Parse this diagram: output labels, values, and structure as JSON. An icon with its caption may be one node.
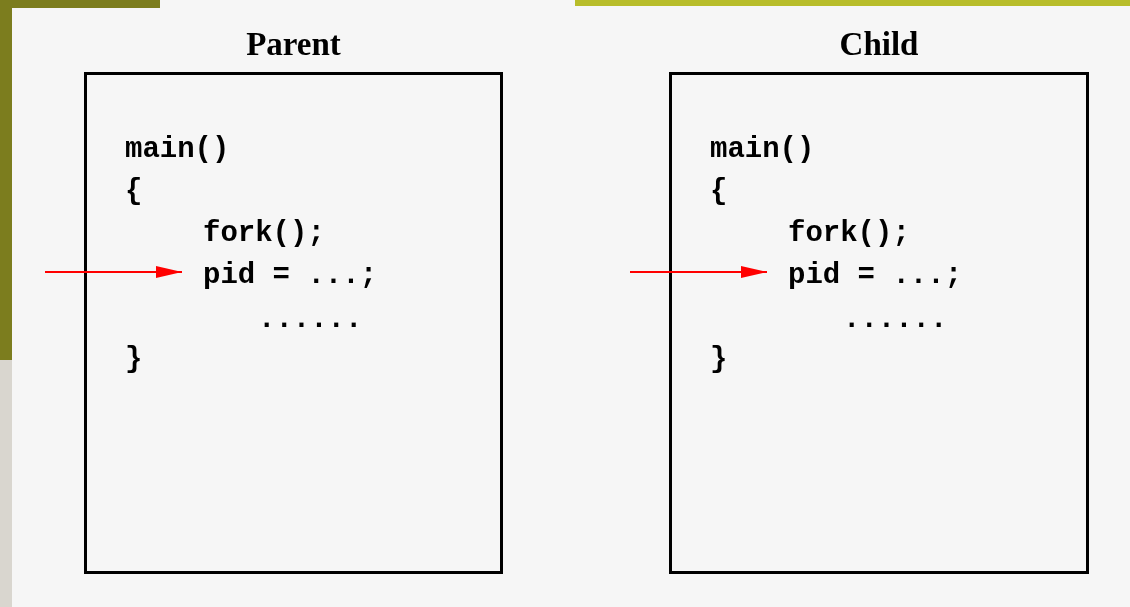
{
  "diagram": {
    "nodes": [
      {
        "text": [
          "Parent",
          "main()",
          "{",
          "fork();",
          "pid = ...;",
          "......",
          "}"
        ]
      },
      {
        "text": [
          "Child",
          "main()",
          "{",
          "fork();",
          "pid = ...;",
          "......",
          "}"
        ]
      }
    ],
    "edges": [
      {
        "from": null,
        "to": 0,
        "arrow": "to",
        "color": "#ff0000"
      },
      {
        "from": null,
        "to": 1,
        "arrow": "to",
        "color": "#ff0000"
      }
    ]
  }
}
